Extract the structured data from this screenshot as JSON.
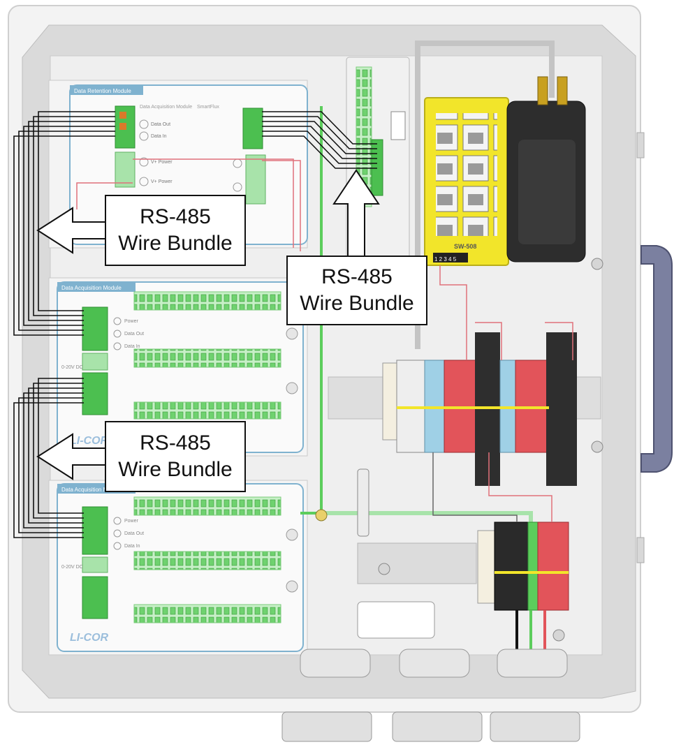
{
  "modules": {
    "retention": {
      "title": "Data Retention Module"
    },
    "acquisition1": {
      "title": "Data Acquisition Module"
    },
    "acquisition2": {
      "title": "Data Acquisition Module"
    },
    "acquisition_inner": "Data Acquisition Module",
    "smartflux": "SmartFlux"
  },
  "terminal_labels": {
    "power": "Power",
    "data_out": "Data Out",
    "data_in": "Data In",
    "v_power": "V+ Power",
    "range": "0-20V DC"
  },
  "switch": {
    "label": "SW-508",
    "port_numbers": "1 2 3 4 5"
  },
  "logo": "LI-COR",
  "callouts": [
    {
      "line1": "RS-485",
      "line2": "Wire Bundle"
    },
    {
      "line1": "RS-485",
      "line2": "Wire Bundle"
    },
    {
      "line1": "RS-485",
      "line2": "Wire Bundle"
    }
  ],
  "colors": {
    "enclosure": "#d9d9d9",
    "panel": "#ececec",
    "module_border": "#7fb2cf",
    "connector_green": "#4cbf50",
    "switch_yellow": "#f2e52a",
    "terminal_red": "#e2545a",
    "terminal_blue": "#9fd0e6",
    "wire_black": "#111111",
    "wire_red": "#e0707a",
    "wire_green": "#5ccd5c"
  }
}
